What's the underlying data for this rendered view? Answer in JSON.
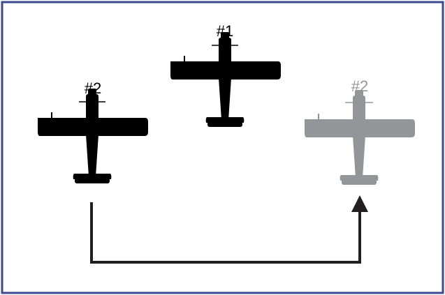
{
  "labels": {
    "lead": "#1",
    "wingman_start": "#2",
    "wingman_end": "#2"
  },
  "colors": {
    "frame": "#3d4a8f",
    "aircraft_solid": "#000000",
    "aircraft_ghost": "#939598",
    "label_solid": "#000000",
    "label_ghost": "#939598",
    "arrow": "#231f20"
  }
}
